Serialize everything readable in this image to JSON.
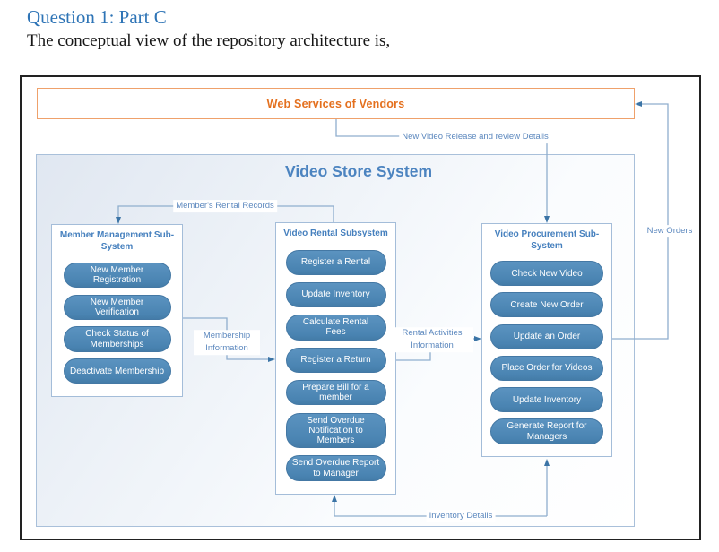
{
  "page": {
    "title": "Question 1: Part C",
    "subtitle": "The conceptual view of the repository architecture is,"
  },
  "diagram": {
    "vendor_box": {
      "label": "Web Services of Vendors"
    },
    "system_title": "Video Store System",
    "subsystems": [
      {
        "title": "Member Management Sub-System",
        "functions": [
          "New Member Registration",
          "New Member Verification",
          "Check Status of Memberships",
          "Deactivate Membership"
        ]
      },
      {
        "title": "Video Rental Subsystem",
        "functions": [
          "Register a Rental",
          "Update Inventory",
          "Calculate Rental Fees",
          "Register a Return",
          "Prepare Bill for a member",
          "Send Overdue Notification to Members",
          "Send Overdue Report to Manager"
        ]
      },
      {
        "title": "Video Procurement Sub-System",
        "functions": [
          "Check New Video",
          "Create New Order",
          "Update an Order",
          "Place Order for Videos",
          "Update Inventory",
          "Generate Report for Managers"
        ]
      }
    ],
    "connector_labels": {
      "new_video_release": "New Video Release and review Details",
      "members_rental_records": "Member's Rental Records",
      "membership_information": "Membership Information",
      "rental_activities_information": "Rental Activities Information",
      "new_orders": "New Orders",
      "inventory_details": "Inventory Details"
    },
    "colors": {
      "heading_blue": "#2E74B6",
      "vendor_orange_text": "#E4701E",
      "vendor_orange_border": "#EFA16B",
      "system_title_blue": "#4C84C0",
      "pill_blue": "#4A84B2",
      "connector_line": "#8FAECE",
      "arrowhead": "#3B74A6"
    }
  }
}
